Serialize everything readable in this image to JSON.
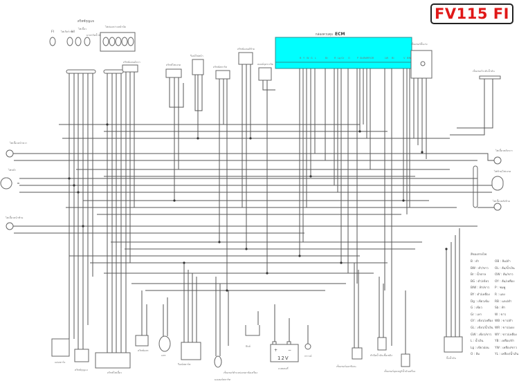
{
  "title": "FV115 FI",
  "ecm": {
    "label": "ECM",
    "caption": "กล่องควบคุม",
    "fill_color": "#00FFFF",
    "pins": [
      "B",
      "Y",
      "W",
      "G",
      "L",
      "Br",
      "R",
      "Lg",
      "Gr",
      "O",
      "P",
      "Sb",
      "BW",
      "YR",
      "GR",
      "LW",
      "Bl",
      "V",
      "BR",
      "WR"
    ]
  },
  "top_components": {
    "ignition_switch_group": "สวิทช์กุญแจ",
    "fi_lamp": "FI",
    "hi_lamp": "HI",
    "neutral_lamp": "ไฟเกียร์ว่าง",
    "turn_lamp": "ไฟเลี้ยว",
    "fuel_meter": "มาตรวัดน้ำมัน",
    "meter_lamps": "ไฟส่องสว่างหน้าปัด",
    "handlebar_switch_right": "สวิทช์แฮนด์ขวา",
    "brake_switch": "สวิทช์ไฟเบรค",
    "headlight_relay": "รีเลย์ไฟหน้า",
    "start_switch": "สวิทช์สตาร์ท",
    "handlebar_switch_left": "สวิทช์แฮนด์ซ้าย",
    "ignition_coil": "คอยล์จุดระเบิด",
    "throttle_sensor": "เซ็นเซอร์ลิ้นเร่ง",
    "fuel_level_sensor": "เซ็นเซอร์ระดับน้ำมัน"
  },
  "left_components": {
    "front_turn_right": "ไฟเลี้ยวหน้าขวา",
    "headlight": "ไฟหน้า",
    "front_turn_left": "ไฟเลี้ยวหน้าซ้าย"
  },
  "right_components": {
    "rear_turn_right": "ไฟเลี้ยวหลังขวา",
    "tail_brake_light": "ไฟท้าย/ไฟเบรค",
    "rear_turn_left": "ไฟเลี้ยวหลังซ้าย"
  },
  "bottom_components": {
    "rectifier": "แผ่นชาร์จ",
    "main_switch": "สวิทช์กุญแจ",
    "turn_switch": "สวิทช์ไฟเลี้ยว",
    "horn_switch": "สวิทช์แตร",
    "horn": "แตร",
    "relay": "รีเลย์สตาร์ท",
    "starter_motor": "มอเตอร์สตาร์ท",
    "crank_sensor": "เซ็นเซอร์ตำแหน่งเพลาข้อเหวี่ยง",
    "fuse": "ฟิวส์",
    "battery": "แบตเตอรี่",
    "battery_voltage": "12V",
    "battery_plus": "+",
    "battery_minus": "−",
    "ground": "กราวด์",
    "o2_sensor": "เซ็นเซอร์ออกซิเจน",
    "injector": "หัวฉีดน้ำมันเชื้อเพลิง",
    "temp_sensor": "เซ็นเซอร์อุณหภูมิน้ำมันเครื่อง",
    "fuel_pump": "ปั๊มน้ำมัน"
  },
  "legend": {
    "header": "สีของสายไฟ",
    "items": [
      {
        "code": "B",
        "name": "ดำ"
      },
      {
        "code": "OB",
        "name": "ส้ม/ดำ"
      },
      {
        "code": "BW",
        "name": "ดำ/ขาว"
      },
      {
        "code": "OL",
        "name": "ส้ม/น้ำเงิน"
      },
      {
        "code": "Br",
        "name": "น้ำตาล"
      },
      {
        "code": "OW",
        "name": "ส้ม/ขาว"
      },
      {
        "code": "BG",
        "name": "ดำ/เขียว"
      },
      {
        "code": "OY",
        "name": "ส้ม/เหลือง"
      },
      {
        "code": "BlW",
        "name": "ฟ้า/ขาว"
      },
      {
        "code": "P",
        "name": "ชมพู"
      },
      {
        "code": "BY",
        "name": "ดำ/เหลือง"
      },
      {
        "code": "R",
        "name": "แดง"
      },
      {
        "code": "Dg",
        "name": "เขียวเข้ม"
      },
      {
        "code": "RB",
        "name": "แดง/ดำ"
      },
      {
        "code": "G",
        "name": "เขียว"
      },
      {
        "code": "Sb",
        "name": "ฟ้า"
      },
      {
        "code": "Gr",
        "name": "เทา"
      },
      {
        "code": "W",
        "name": "ขาว"
      },
      {
        "code": "GY",
        "name": "เขียว/เหลือง"
      },
      {
        "code": "WB",
        "name": "ขาว/ดำ"
      },
      {
        "code": "GL",
        "name": "เขียว/น้ำเงิน"
      },
      {
        "code": "WR",
        "name": "ขาว/แดง"
      },
      {
        "code": "GW",
        "name": "เขียว/ขาว"
      },
      {
        "code": "WY",
        "name": "ขาว/เหลือง"
      },
      {
        "code": "L",
        "name": "น้ำเงิน"
      },
      {
        "code": "YB",
        "name": "เหลือง/ดำ"
      },
      {
        "code": "Lg",
        "name": "เขียวอ่อน"
      },
      {
        "code": "YW",
        "name": "เหลือง/ขาว"
      },
      {
        "code": "O",
        "name": "ส้ม"
      },
      {
        "code": "YL",
        "name": "เหลือง/น้ำเงิน"
      }
    ]
  }
}
